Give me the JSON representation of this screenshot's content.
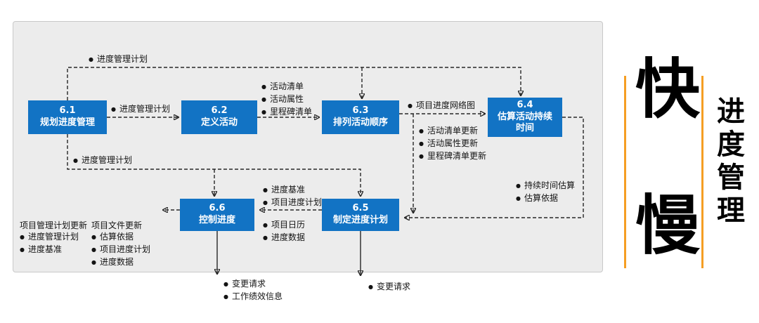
{
  "boxes": {
    "b61": {
      "id": "6.1",
      "name": "规划进度管理"
    },
    "b62": {
      "id": "6.2",
      "name": "定义活动"
    },
    "b63": {
      "id": "6.3",
      "name": "排列活动顺序"
    },
    "b64": {
      "id": "6.4",
      "name": "估算活动持续\n时间"
    },
    "b65": {
      "id": "6.5",
      "name": "制定进度计划"
    },
    "b66": {
      "id": "6.6",
      "name": "控制进度"
    }
  },
  "annotations": {
    "top_plan": {
      "items": [
        "进度管理计划"
      ]
    },
    "plan_61_62": {
      "items": [
        "进度管理计划"
      ]
    },
    "out_62": {
      "items": [
        "活动清单",
        "活动属性",
        "里程碑清单"
      ]
    },
    "out_63": {
      "items": [
        "项目进度网络图"
      ]
    },
    "updates_63": {
      "items": [
        "活动清单更新",
        "活动属性更新",
        "里程碑清单更新"
      ]
    },
    "plan_to_bottom": {
      "items": [
        "进度管理计划"
      ]
    },
    "out_64": {
      "items": [
        "持续时间估算",
        "估算依据"
      ]
    },
    "out_65_upper": {
      "items": [
        "进度基准",
        "项目进度计划"
      ]
    },
    "out_65_lower": {
      "items": [
        "项目日历",
        "进度数据"
      ]
    },
    "plan_updates": {
      "header": "项目管理计划更新",
      "items": [
        "进度管理计划",
        "进度基准"
      ]
    },
    "doc_updates": {
      "header": "项目文件更新",
      "items": [
        "估算依据",
        "项目进度计划",
        "进度数据"
      ]
    },
    "out_66_bottom": {
      "items": [
        "变更请求",
        "工作绩效信息"
      ]
    },
    "out_65_bottom": {
      "items": [
        "变更请求"
      ]
    }
  },
  "side": {
    "fast": "快",
    "slow": "慢",
    "vertical_title": [
      "进",
      "度",
      "管",
      "理"
    ]
  },
  "colors": {
    "box_blue": "#1273C4",
    "panel_gray": "#ECECEC",
    "accent_orange": "#F59E23",
    "arrow_dark": "#262626"
  }
}
